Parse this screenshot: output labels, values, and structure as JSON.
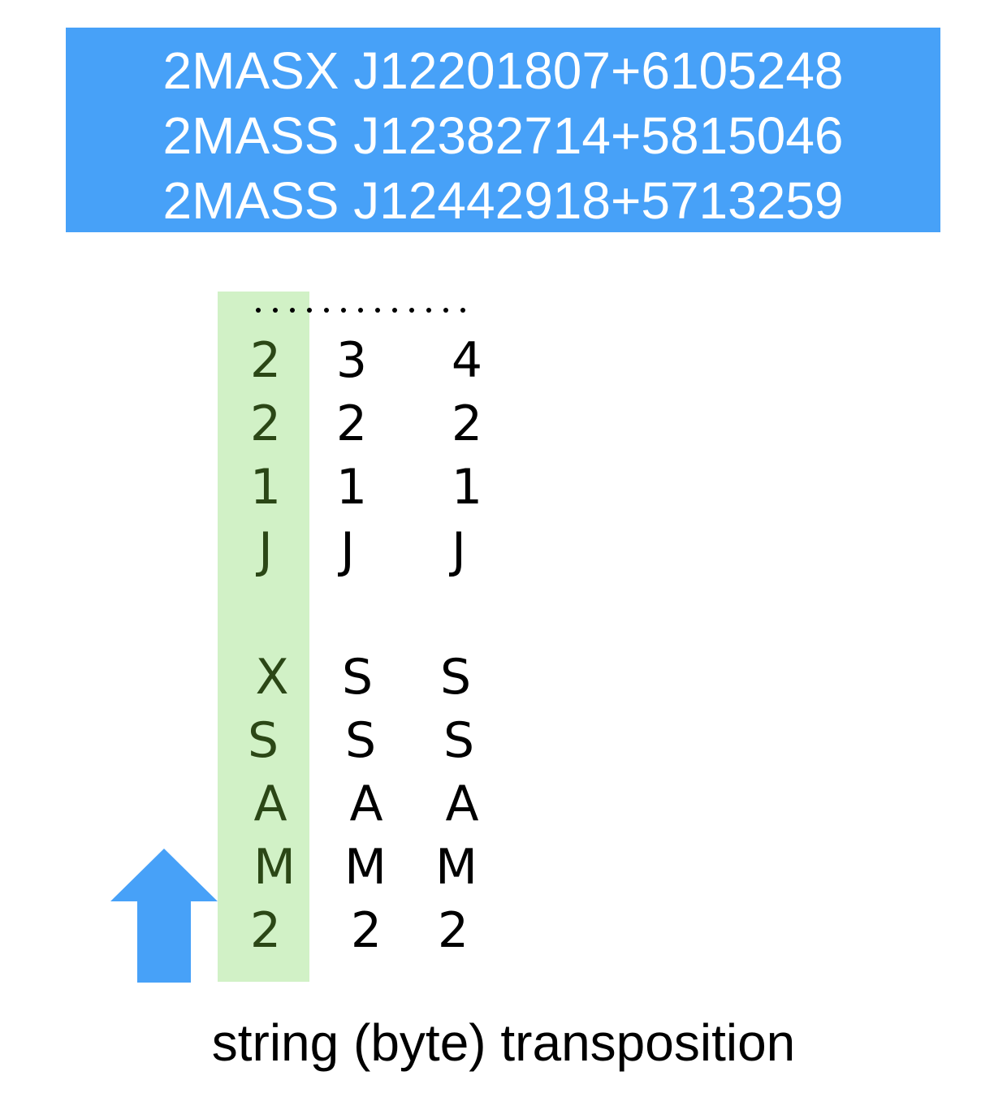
{
  "header": {
    "strings": [
      "2MASX J12201807+6105248",
      "2MASS J12382714+5815046",
      "2MASS J12442918+5713259"
    ]
  },
  "columns": {
    "col1": [
      "2",
      "2",
      "1",
      "J",
      "X",
      "S",
      "A",
      "M",
      "2"
    ],
    "col2": [
      "3",
      "2",
      "1",
      "J",
      "S",
      "S",
      "A",
      "M",
      "2"
    ],
    "col3": [
      "4",
      "2",
      "1",
      "J",
      "S",
      "S",
      "A",
      "M",
      "2"
    ]
  },
  "caption": "string (byte) transposition",
  "colors": {
    "header_bg": "#47a1f8",
    "highlight_bg": "#d1f1c6",
    "highlight_text": "#2b4716",
    "arrow": "#47a1f8"
  },
  "icons": {
    "arrow": "up-arrow-icon",
    "ellipsis": "ellipsis-dots-icon"
  }
}
